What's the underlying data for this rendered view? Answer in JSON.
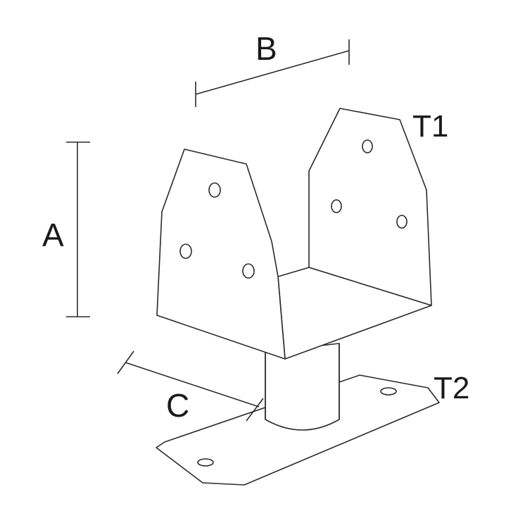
{
  "labels": {
    "a": "A",
    "b": "B",
    "c": "C",
    "t1": "T1",
    "t2": "T2"
  },
  "colors": {
    "stroke": "#2a2a2a",
    "fill": "#ffffff",
    "text": "#1a1a1a"
  }
}
